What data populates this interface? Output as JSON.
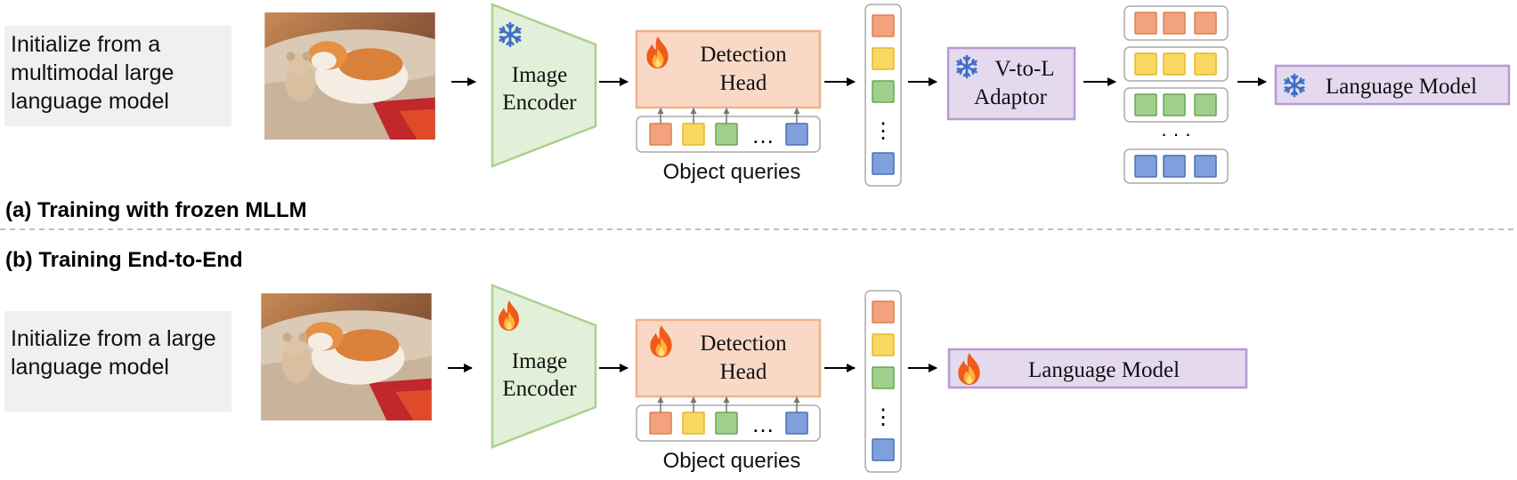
{
  "colors": {
    "orange": "#f2a27c",
    "orange_stroke": "#e0804f",
    "yellow": "#f9d862",
    "yellow_stroke": "#e3b92a",
    "green": "#9ed08b",
    "green_stroke": "#6aa653",
    "blue": "#7ea0dc",
    "blue_stroke": "#4d6fb5",
    "encoder_fill": "#e2f0da",
    "encoder_stroke": "#a9d18e",
    "head_fill": "#f9d9c6",
    "head_stroke": "#f1b08a",
    "lm_fill": "#e5d9ef",
    "lm_stroke": "#b69ad1",
    "init_bg": "#f0f0f0",
    "snow": "#3d6fc7",
    "fire": "#f05a1a"
  },
  "icons": {
    "frozen": "snowflake-icon",
    "trainable": "fire-icon"
  },
  "top": {
    "init_lines": [
      "Initialize from a",
      "multimodal large",
      "language model"
    ],
    "encoder_lines": [
      "Image",
      "Encoder"
    ],
    "head_lines": [
      "Detection",
      "Head"
    ],
    "queries_caption": "Object queries",
    "queries_ellipsis": "…",
    "column_ellipsis": "⋮",
    "adaptor_lines": [
      "V-to-L",
      "Adaptor"
    ],
    "tokens_ellipsis": "· · ·",
    "lm_label": "Language Model"
  },
  "label_a": "(a) Training with frozen MLLM",
  "label_b": "(b) Training End-to-End",
  "bottom": {
    "init_lines": [
      "Initialize from a large",
      "language model"
    ],
    "encoder_lines": [
      "Image",
      "Encoder"
    ],
    "head_lines": [
      "Detection",
      "Head"
    ],
    "queries_caption": "Object queries",
    "queries_ellipsis": "…",
    "column_ellipsis": "⋮",
    "lm_label": "Language Model"
  }
}
